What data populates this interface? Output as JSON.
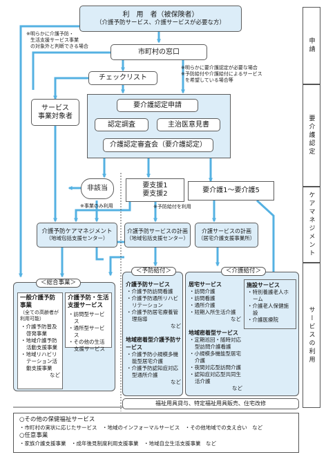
{
  "user_box": {
    "title": "利　用　者（被保険者）",
    "subtitle": "（介護予防サービス、介護サービスが必要な方）"
  },
  "note_left": [
    "※明らかに介護予防・",
    "生活支援サービス事業",
    "の対象外と判断できる場合"
  ],
  "city_window": "市町村の窓口",
  "note_right": [
    "※明らかに要介護認定が必要な場合",
    "※予防給付や介護給付によるサービス",
    "を希望している場合等"
  ],
  "checklist": "チェックリスト",
  "service_provider": [
    "サービス",
    "事業対象者"
  ],
  "certification": {
    "application": "要介護認定申請",
    "survey": "認定調査",
    "doctor_opinion": "主治医意見書",
    "committee": "介護認定審査会（要介護認定）"
  },
  "not_applicable": "非該当",
  "support_levels": [
    "要支援1",
    "要支援2"
  ],
  "care_levels": "要介護1～要介護5",
  "note_business_only": "※事業のみ利用",
  "note_benefit_use": "※予防給付を利用",
  "plans": {
    "prevention_management": {
      "title": "介護予防ケアマネジメント",
      "org": "（地域包括支援センター）"
    },
    "prevention_plan": {
      "title": "介護予防サービスの計画",
      "org": "（地域包括支援センター）"
    },
    "care_plan": {
      "title": "介護サービスの計画",
      "org": "（居宅介護支援事業所）"
    }
  },
  "general_business": {
    "header": "＜総合事業＞",
    "general_prevention": {
      "title": "一般介護予防事業",
      "sub": "（全ての高齢者が利用可能）",
      "items": [
        "介護予防普及啓発事業",
        "地域介護予防活動支援事業",
        "地域リハビリテーション活動支援事業"
      ],
      "etc": "など"
    },
    "prevention_life_support": {
      "title": "介護予防・生活支援サービス",
      "items": [
        "訪問型サービス",
        "通所型サービス",
        "その他の生活支援サービス"
      ]
    }
  },
  "prevention_benefit": {
    "header": "＜予防給付＞",
    "prevention_services": {
      "title": "介護予防サービス",
      "items": [
        "介護予防訪問看護",
        "介護予防通所リハビリテーション",
        "介護予防居宅療養管理指導"
      ],
      "etc": "など"
    },
    "community_services": {
      "title": "地域密着型介護予防サービス",
      "items": [
        "介護予防小規模多機能型居宅介護",
        "介護予防認知症対応型通所介護"
      ],
      "etc": "など"
    }
  },
  "care_benefit": {
    "header": "＜介護給付＞",
    "home_services": {
      "title": "居宅サービス",
      "items": [
        "訪問介護",
        "訪問看護",
        "通所介護",
        "短期入所生活介護"
      ],
      "etc": "など"
    },
    "community_services": {
      "title": "地域密着型サービス",
      "items": [
        "定期巡回・随時対応型訪問介護看護",
        "小規模多機能型居宅介護",
        "夜間対応型訪問介護",
        "認知症対応型共同生活介護"
      ],
      "etc": "など"
    },
    "facility_services": {
      "title": "施設サービス",
      "items": [
        "特別養護老人ホーム",
        "介護老人保健施設",
        "介護医療院"
      ]
    }
  },
  "welfare_equipment": "福祉用具貸与、特定福祉用具販売、住宅改修",
  "bottom": {
    "other_title": "○その他の保健福祉サービス",
    "other_items": "・市町村の実状に応じたサービス　・地域のインフォーマルサービス　・その他地域での支え合い　など",
    "optional_title": "○任意事業",
    "optional_items": "・家族介護支援事業　・成年後見制度利用支援事業　・地域自立生活支援事業　など"
  },
  "side_labels": [
    "申請",
    "要介護認定",
    "ケアマネジメント",
    "サービスの利用"
  ],
  "colors": {
    "arrow": "#54b1e2",
    "panel": "#dcedf8",
    "border": "#5b5b5b"
  }
}
